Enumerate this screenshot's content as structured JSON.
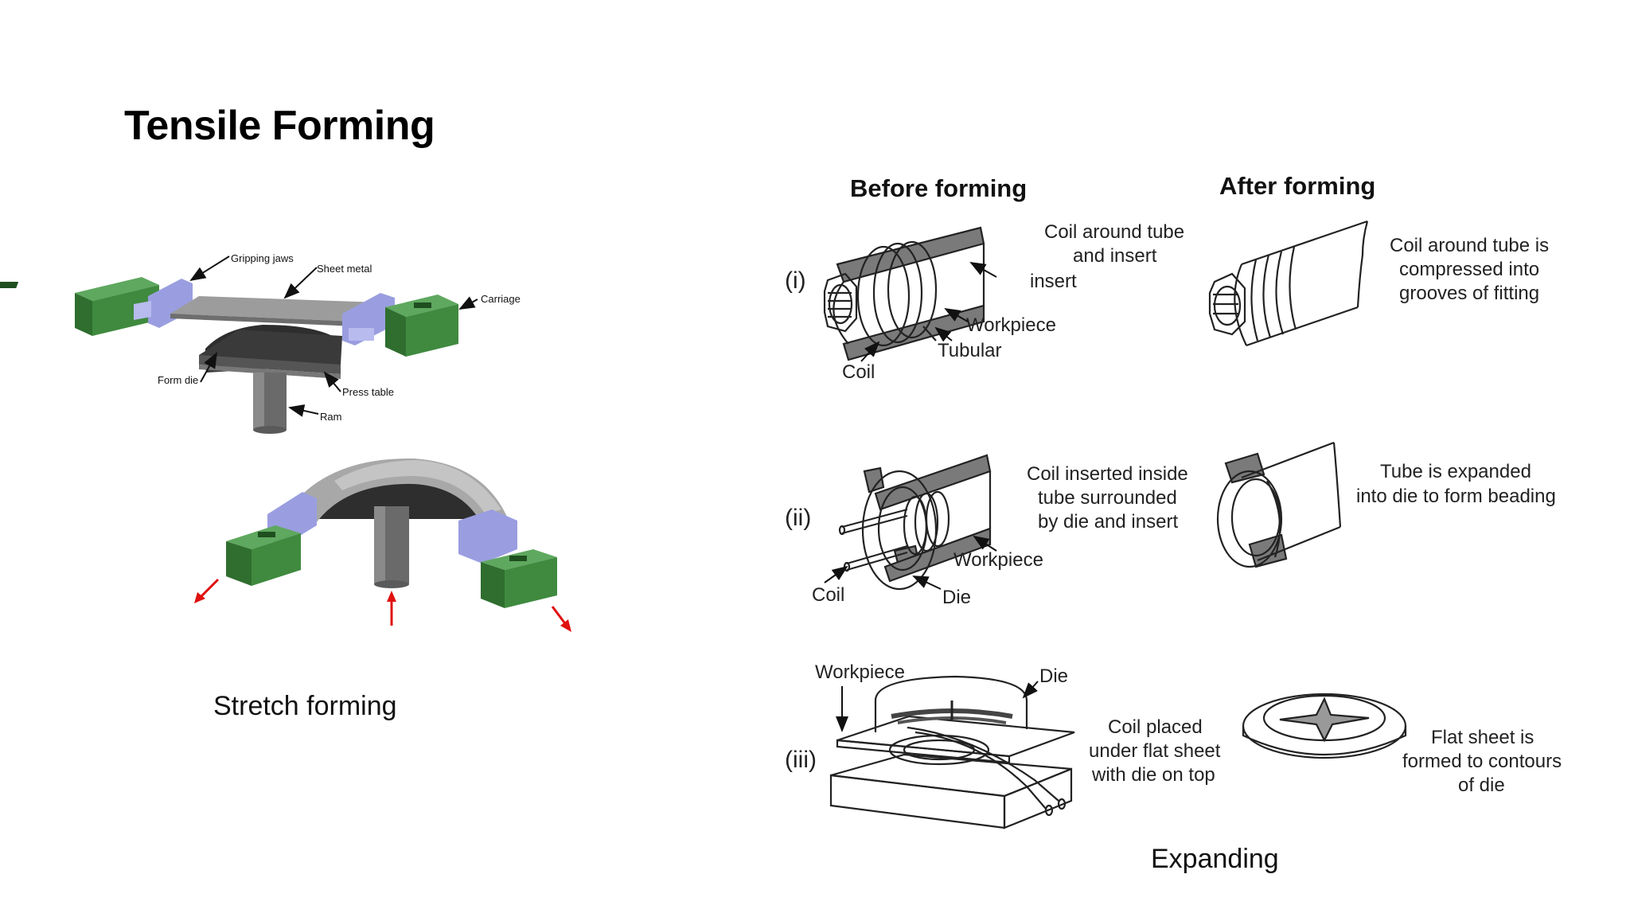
{
  "slide": {
    "title": "Tensile Forming"
  },
  "stretch_forming": {
    "caption": "Stretch forming",
    "labels": {
      "gripping_jaws": "Gripping jaws",
      "sheet_metal": "Sheet metal",
      "carriage": "Carriage",
      "form_die": "Form die",
      "press_table": "Press table",
      "ram": "Ram"
    }
  },
  "expanding": {
    "caption": "Expanding",
    "headers": {
      "before": "Before forming",
      "after": "After forming"
    },
    "rows": [
      {
        "numeral": "(i)",
        "before_lines": [
          "Coil around tube",
          "and insert"
        ],
        "labels": {
          "insert": "insert",
          "workpiece": "Workpiece",
          "tubular": "Tubular",
          "coil": "Coil"
        },
        "after_lines": [
          "Coil around tube is",
          "compressed into",
          "grooves of fitting"
        ]
      },
      {
        "numeral": "(ii)",
        "before_lines": [
          "Coil inserted inside",
          "tube surrounded",
          "by die and insert"
        ],
        "labels": {
          "workpiece": "Workpiece",
          "coil": "Coil",
          "die": "Die"
        },
        "after_lines": [
          "Tube is expanded",
          "into die to form beading"
        ]
      },
      {
        "numeral": "(iii)",
        "before_lines": [
          "Coil placed",
          "under flat sheet",
          "with die on top"
        ],
        "labels": {
          "workpiece": "Workpiece",
          "die": "Die"
        },
        "after_lines": [
          "Flat sheet is",
          "formed to contours",
          "of die"
        ]
      }
    ]
  },
  "colors": {
    "green_block": "#3f8a3f",
    "jaw": "#9a9ee0",
    "sheet": "#9c9c9c",
    "die": "#3a3a3a",
    "arrow_red": "#e01010"
  }
}
